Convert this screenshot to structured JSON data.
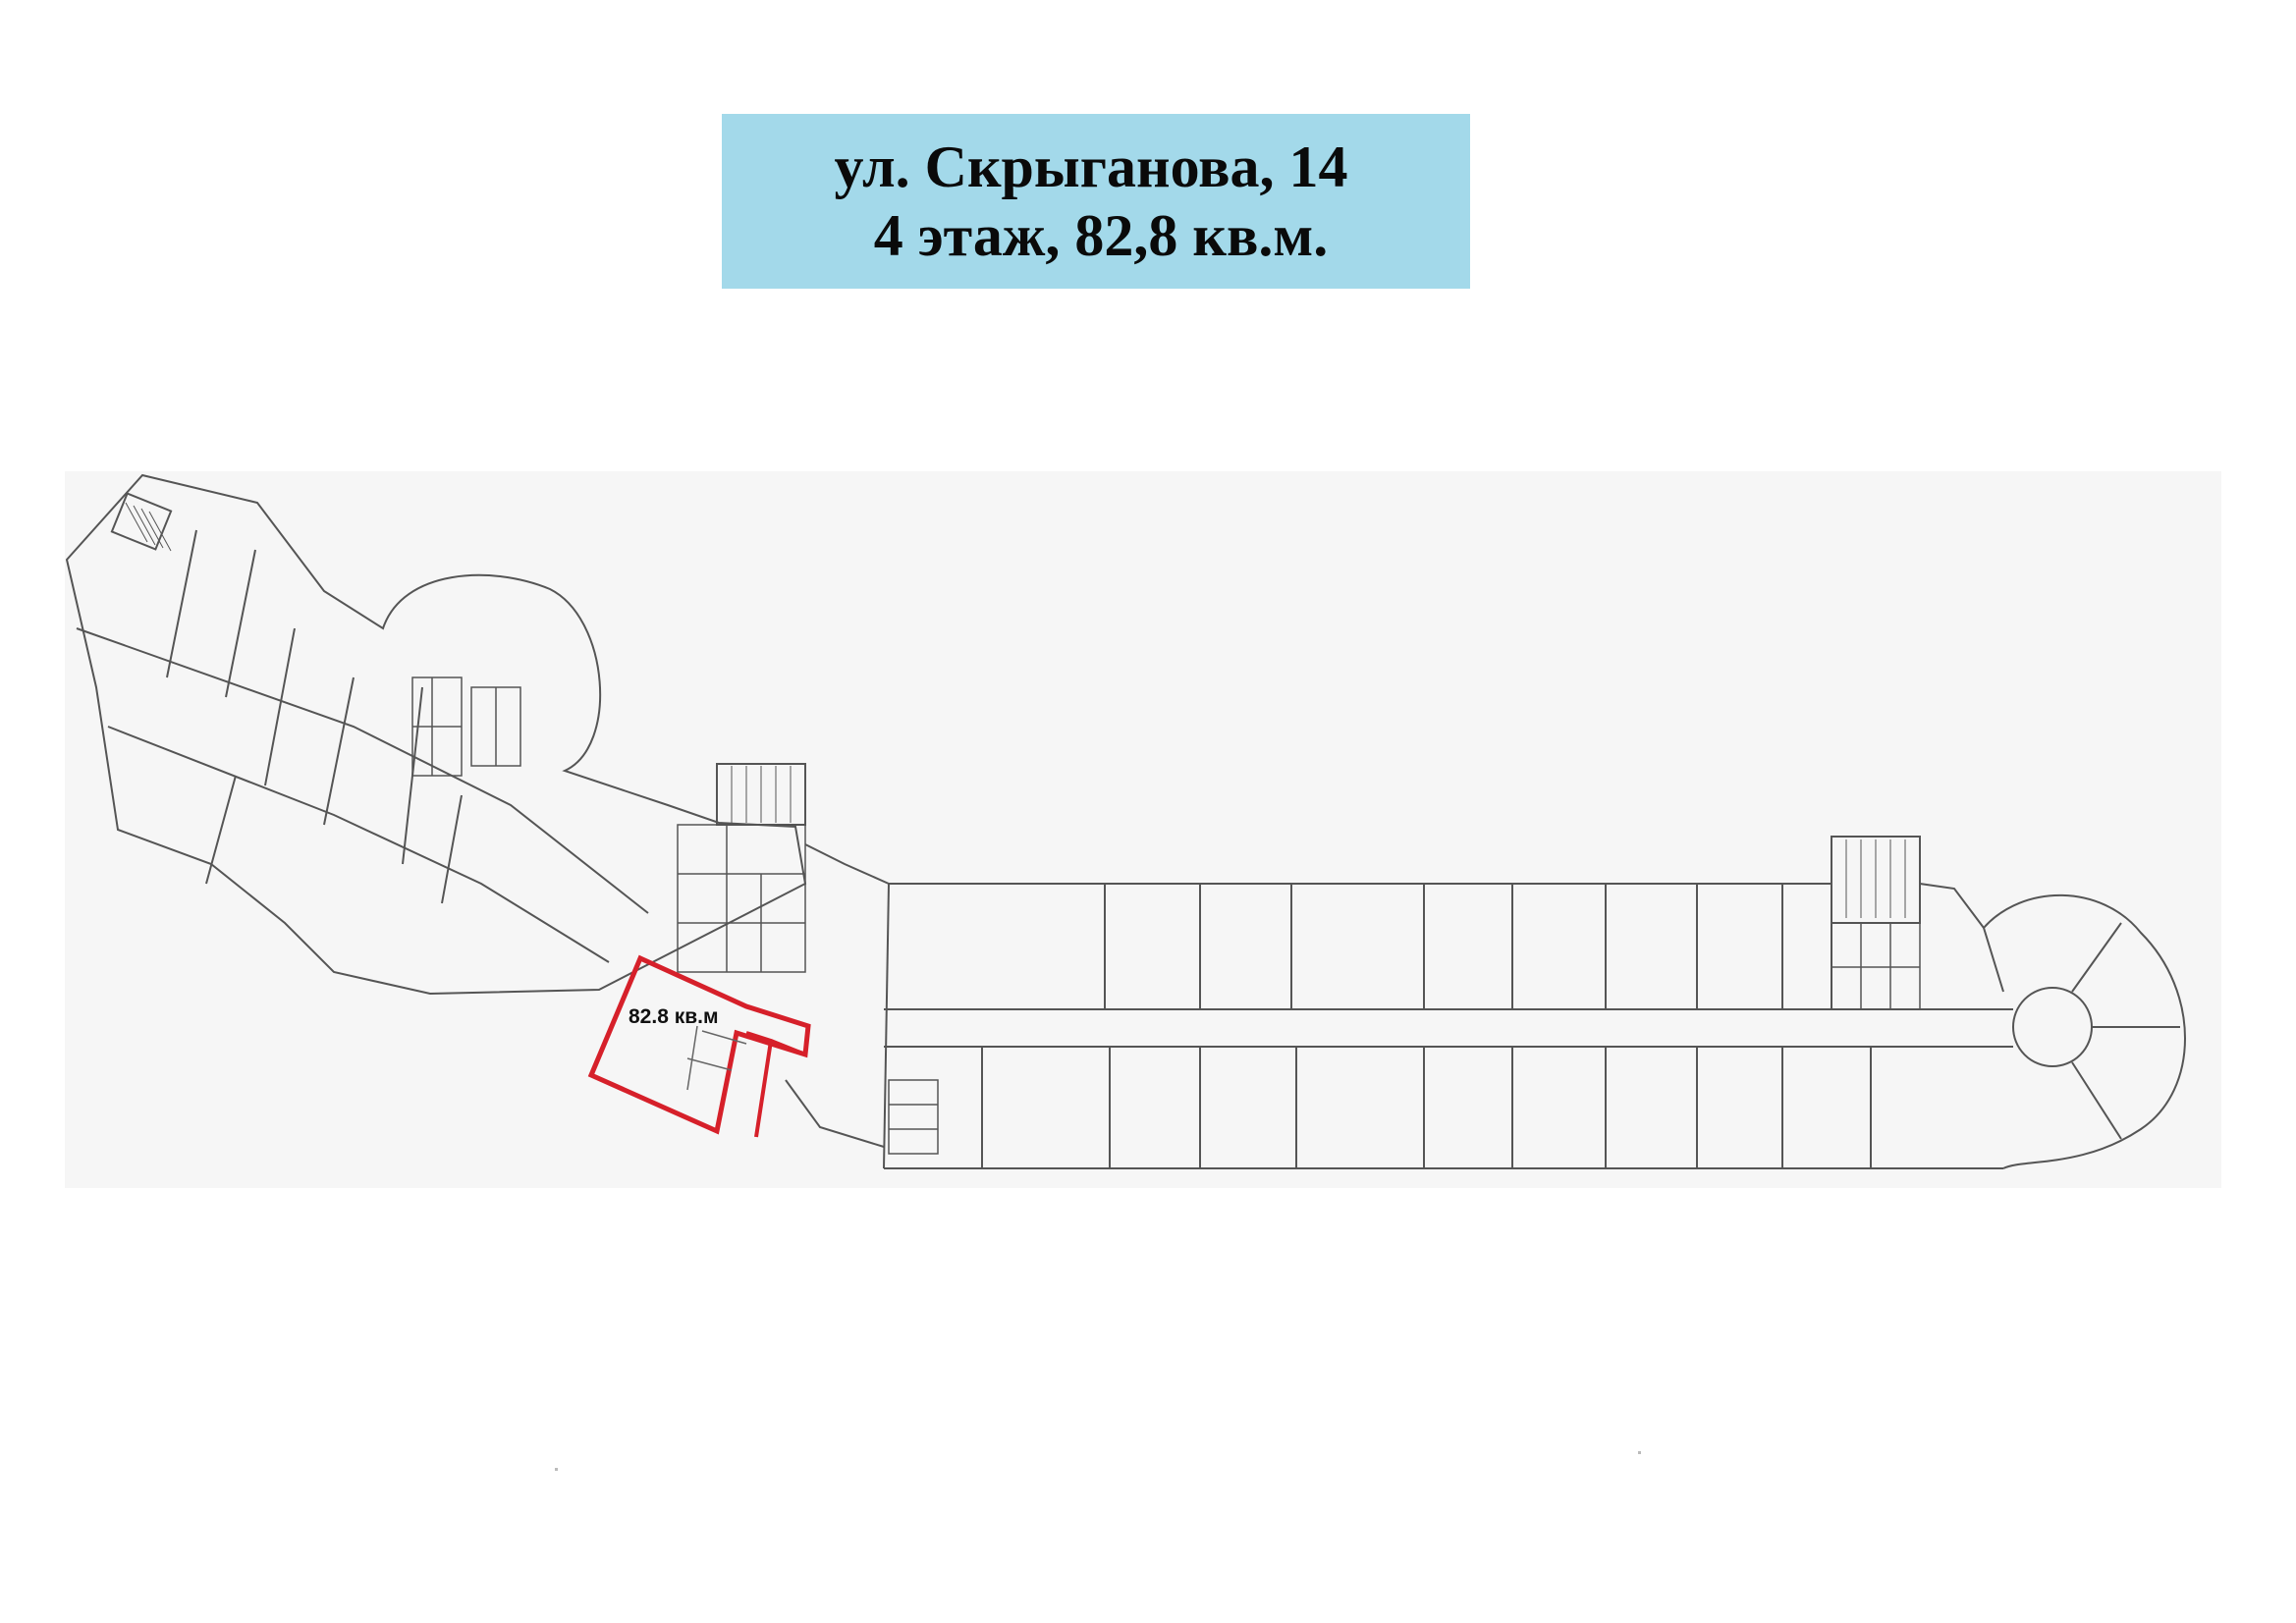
{
  "title": {
    "line1": "ул. Скрыганова, 14",
    "line2": "4 этаж, 82,8 кв.м."
  },
  "plan": {
    "highlight_label": "82.8 кв.м",
    "highlight_color": "#d6202a",
    "wall_color": "#555555",
    "background_color": "#f6f6f6"
  },
  "colors": {
    "title_background": "#a3d9ea",
    "title_text": "#0a0a0a"
  }
}
